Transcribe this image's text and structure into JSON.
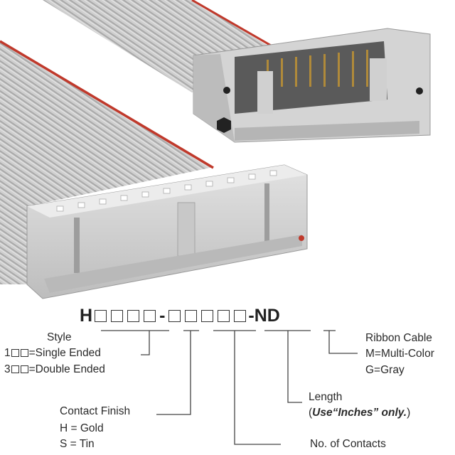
{
  "part_number": {
    "prefix": "H",
    "suffix": "-ND"
  },
  "style": {
    "title": "Style",
    "single_prefix": "1",
    "single_text": "=Single Ended",
    "double_prefix": "3",
    "double_text": "=Double Ended"
  },
  "contact_finish": {
    "title": "Contact Finish",
    "gold": "H = Gold",
    "tin": "S = Tin"
  },
  "contacts": {
    "title": "No. of Contacts"
  },
  "length": {
    "title": "Length",
    "note_open": "(",
    "note_body": "Use“Inches” only.",
    "note_close": ")"
  },
  "ribbon_cable": {
    "title": "Ribbon Cable",
    "multi": "M=Multi-Color",
    "gray": "G=Gray"
  },
  "colors": {
    "cable_gray": "#c9c9c9",
    "cable_stripe": "#c0392b",
    "connector": "#d8d8d8"
  }
}
